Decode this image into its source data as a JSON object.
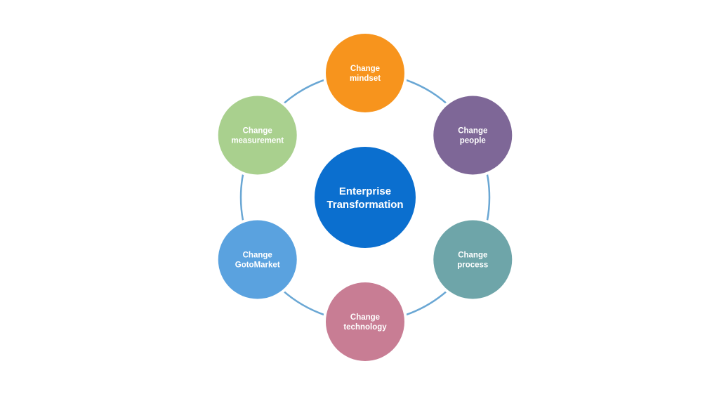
{
  "diagram": {
    "center": {
      "lines": [
        "Enterprise",
        "Transformation"
      ],
      "color": "#0b6fcf"
    },
    "ring_color": "#6aa7d4",
    "nodes": [
      {
        "id": "mindset",
        "lines": [
          "Change",
          "mindset"
        ],
        "color": "#f7941d"
      },
      {
        "id": "people",
        "lines": [
          "Change",
          "people"
        ],
        "color": "#7e6797"
      },
      {
        "id": "process",
        "lines": [
          "Change",
          "process"
        ],
        "color": "#6ea5a9"
      },
      {
        "id": "technology",
        "lines": [
          "Change",
          "technology"
        ],
        "color": "#c87d94"
      },
      {
        "id": "gotomarket",
        "lines": [
          "Change",
          "GotoMarket"
        ],
        "color": "#5aa2df"
      },
      {
        "id": "measurement",
        "lines": [
          "Change",
          "measurement"
        ],
        "color": "#a9d08e"
      }
    ]
  }
}
